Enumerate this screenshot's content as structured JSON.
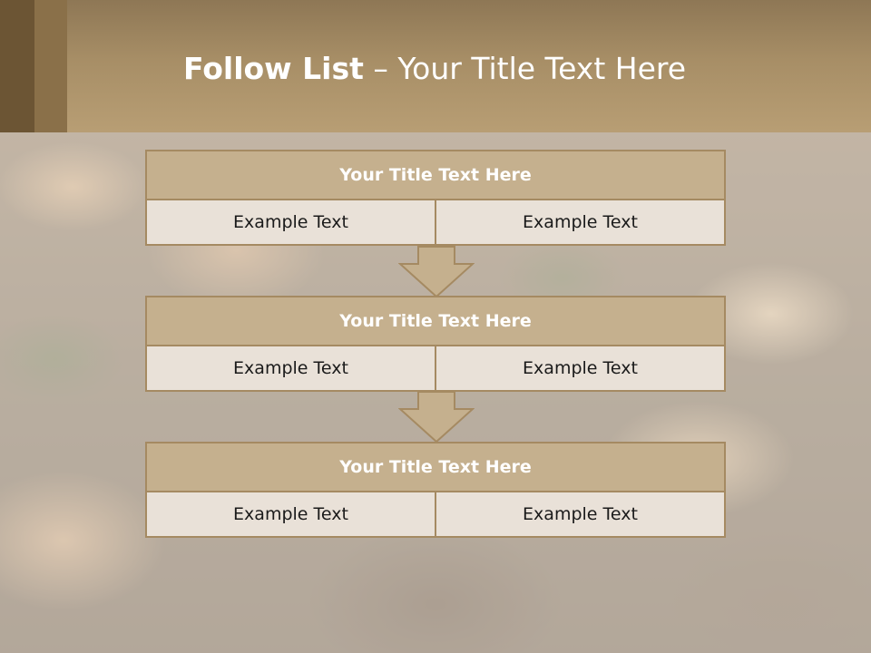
{
  "header": {
    "title_bold": "Follow List",
    "title_rest": " – Your Title Text Here"
  },
  "steps": [
    {
      "title": "Your Title Text Here",
      "left": "Example Text",
      "right": "Example Text"
    },
    {
      "title": "Your Title Text Here",
      "left": "Example Text",
      "right": "Example Text"
    },
    {
      "title": "Your Title Text Here",
      "left": "Example Text",
      "right": "Example Text"
    }
  ],
  "colors": {
    "header": "#a78e66",
    "title_bar": "#c5b08e",
    "cell": "#e9e1d8",
    "border": "#a58a62",
    "arrow": "#c5b08e"
  },
  "icons": [
    "down-arrow-icon"
  ]
}
